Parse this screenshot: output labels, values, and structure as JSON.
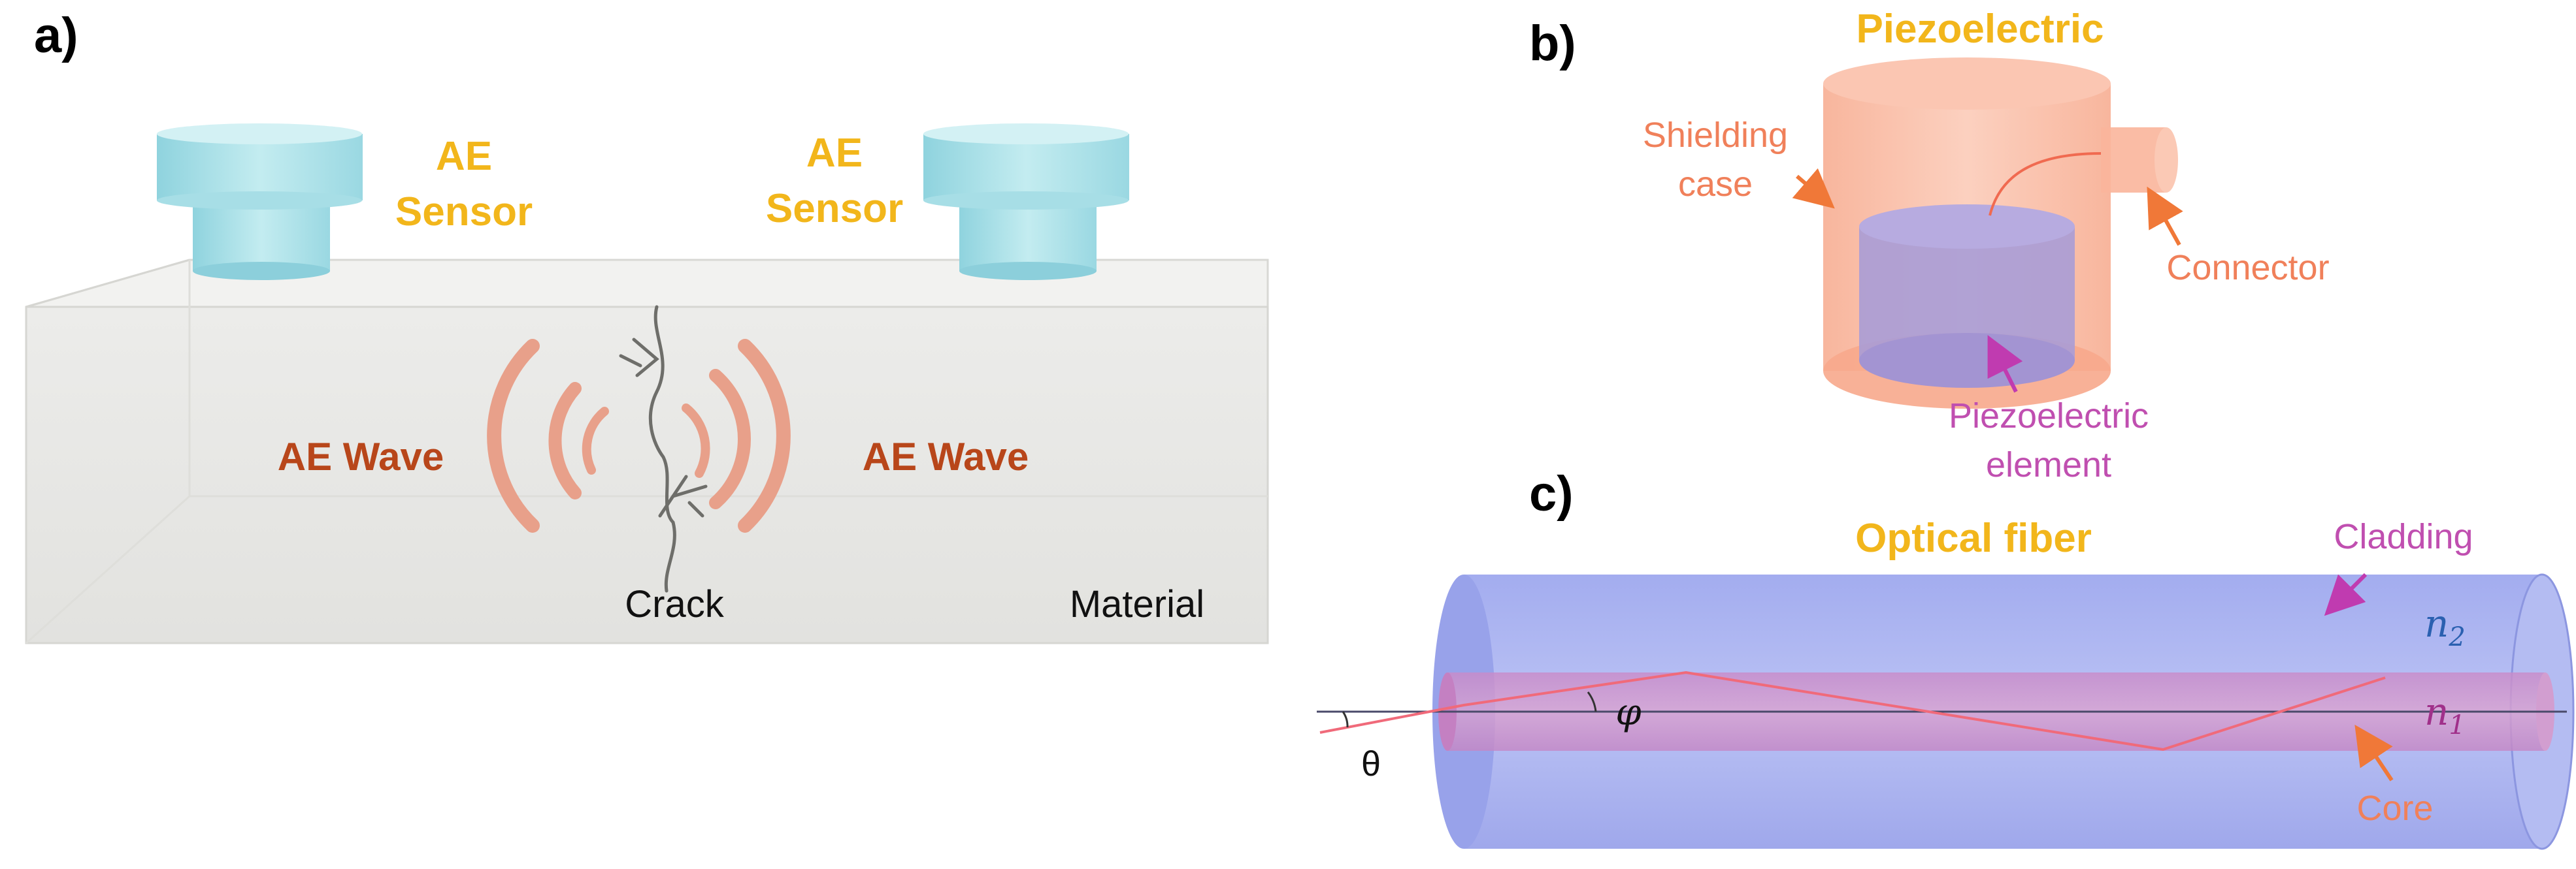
{
  "panels": {
    "a": {
      "label": "a)",
      "sensor_left": "AE\nSensor",
      "sensor_right": "AE\nSensor",
      "wave_left": "AE Wave",
      "wave_right": "AE Wave",
      "crack": "Crack",
      "material": "Material"
    },
    "b": {
      "label": "b)",
      "title": "Piezoelectric",
      "shielding": "Shielding\ncase",
      "connector": "Connector",
      "element": "Piezoelectric\nelement"
    },
    "c": {
      "label": "c)",
      "title": "Optical fiber",
      "cladding": "Cladding",
      "n2": "n",
      "n2_sub": "2",
      "n1": "n",
      "n1_sub": "1",
      "phi": "φ",
      "theta": "θ",
      "core": "Core"
    }
  },
  "colors": {
    "sensor": "#a8e0e8",
    "material": "#e8e8e8",
    "wave": "#e8a08a",
    "shield": "#f8b49c",
    "element": "#a89cd8",
    "cladding": "#a4aef0",
    "core": "#d48cc4",
    "ray": "#f06a7a"
  }
}
